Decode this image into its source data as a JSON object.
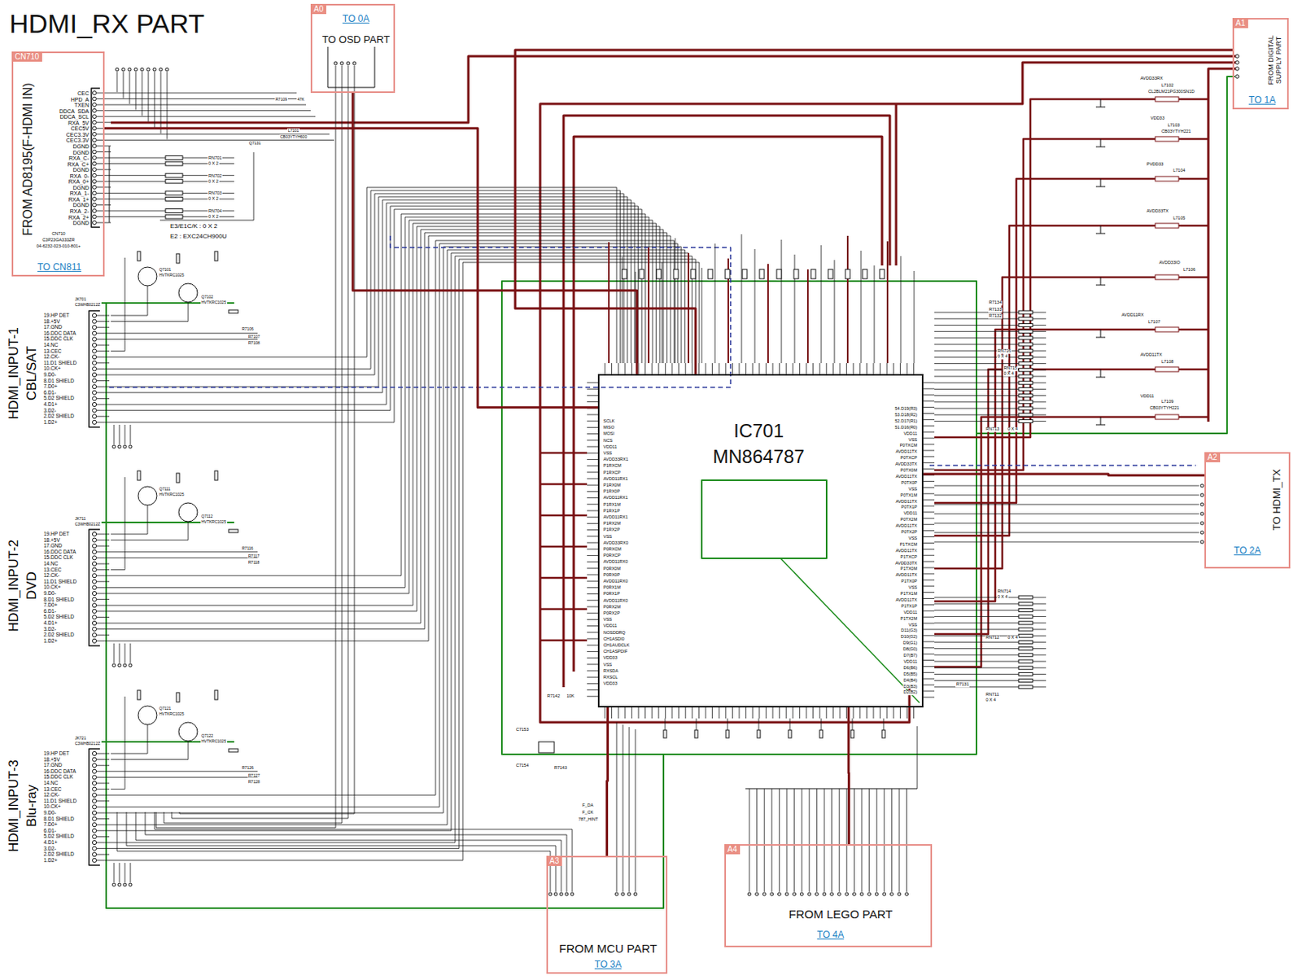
{
  "diagram": {
    "title": "HDMI_RX PART",
    "nodes": [
      {
        "text": [
          "CN710",
          "FROM AD8195(F-HDMI IN)",
          "TO CN811"
        ]
      },
      {
        "text": [
          "A0",
          "TO 0A",
          "TO OSD PART"
        ]
      },
      {
        "text": [
          "A1",
          "FROM DIGITAL SUPPLY PART",
          "TO 1A"
        ]
      },
      {
        "text": [
          "IC701",
          "MN864787"
        ]
      },
      {
        "text": [
          "A2",
          "TO HDMI_TX",
          "TO 2A"
        ]
      },
      {
        "text": [
          "A3",
          "FROM MCU PART",
          "TO 3A"
        ]
      },
      {
        "text": [
          "A4",
          "FROM LEGO PART",
          "TO 4A"
        ]
      }
    ],
    "edges": [
      {
        "from": 0,
        "to": 3,
        "arrow": "none"
      },
      {
        "from": 1,
        "to": 3,
        "arrow": "none"
      },
      {
        "from": 2,
        "to": 3,
        "arrow": "none"
      },
      {
        "from": 3,
        "to": 4,
        "arrow": "none"
      },
      {
        "from": 5,
        "to": 3,
        "arrow": "none"
      },
      {
        "from": 6,
        "to": 3,
        "arrow": "none"
      }
    ],
    "labels": [
      "CEC",
      "HPD_A",
      "TXEN",
      "DDCA_SDA",
      "DDCA_SCL",
      "RXA_5V",
      "CEC5V",
      "CEC3.3V",
      "CEC3.3V",
      "DGND",
      "DGND",
      "RXA_C-",
      "RXA_C+",
      "DGND",
      "RXA_0-",
      "RXA_0+",
      "DGND",
      "RXA_1-",
      "RXA_1+",
      "DGND",
      "RXA_2-",
      "RXA_2+",
      "DGND",
      "CN710",
      "C3P23GA333ZR",
      "04-6232-023-010-801+",
      "E3/E1C/K : 0 X 2",
      "E2 : EXC24CH900U",
      "RN701",
      "RN702",
      "RN703",
      "RN704",
      "0 X 2",
      "0 X 2",
      "0 X 2",
      "0 X 2",
      "R7109",
      "47K",
      "L7101",
      "CB03YTYH600",
      "Q7131",
      "HDMI_INPUT-1",
      "CBL/SAT",
      "HDMI_INPUT-2",
      "DVD",
      "HDMI_INPUT-3",
      "Blu-ray",
      "19.HP DET",
      "18.+5V",
      "17.GND",
      "16.DDC DATA",
      "15.DDC CLK",
      "14.NC",
      "13.CEC",
      "12.CK-",
      "11.D1 SHIELD",
      "10.CK+",
      "9.D0-",
      "8.D1 SHIELD",
      "7.D0+",
      "6.D1-",
      "5.D2 SHIELD",
      "4.D1+",
      "3.D2-",
      "2.D2 SHIELD",
      "1.D2+",
      "19.HP DET",
      "18.+5V",
      "17.GND",
      "16.DDC DATA",
      "15.DDC CLK",
      "14.NC",
      "13.CEC",
      "12.CK-",
      "11.D1 SHIELD",
      "10.CK+",
      "9.D0-",
      "8.D1 SHIELD",
      "7.D0+",
      "6.D1-",
      "5.D2 SHIELD",
      "4.D1+",
      "3.D2-",
      "2.D2 SHIELD",
      "1.D2+",
      "19.HP DET",
      "18.+5V",
      "17.GND",
      "16.DDC DATA",
      "15.DDC CLK",
      "14.NC",
      "13.CEC",
      "12.CK-",
      "11.D1 SHIELD",
      "10.CK+",
      "9.D0-",
      "8.D1 SHIELD",
      "7.D0+",
      "6.D1-",
      "5.D2 SHIELD",
      "4.D1+",
      "3.D2-",
      "2.D2 SHIELD",
      "1.D2+",
      "JK701",
      "C3WHB0212Z",
      "JK711",
      "C3WHB0212Z",
      "JK721",
      "C3WHB0212Z",
      "Q7101",
      "HVTKRC1025",
      "Q7102",
      "HVTKRC1025",
      "Q7111",
      "HVTKRC1025",
      "Q7112",
      "HVTKRC1025",
      "Q7121",
      "HVTKRC1025",
      "Q7122",
      "HVTKRC1025",
      "R7106",
      "R7107",
      "R7108",
      "R7116",
      "R7117",
      "R7118",
      "R7126",
      "R7127",
      "R7128",
      "SCLK",
      "MISO",
      "MOSI",
      "NCS",
      "VDD11",
      "VSS",
      "AVDD33RX1",
      "P1RXCM",
      "P1RXCP",
      "AVDD11RX1",
      "P1RX0M",
      "P1RX0P",
      "AVDD11RX1",
      "P1RX1M",
      "P1RX1P",
      "AVDD11RX1",
      "P1RX2M",
      "P1RX2P",
      "VSS",
      "AVDD33RX0",
      "P0RXCM",
      "P0RXCP",
      "AVDD11RX0",
      "P0RX0M",
      "P0RX0P",
      "AVDD11RX0",
      "P0RX1M",
      "P0RX1P",
      "AVDD11RX0",
      "P0RX2M",
      "P0RX2P",
      "VSS",
      "VDD11",
      "NOSDDRQ",
      "CH1ASDI0",
      "CH1AUDCLK",
      "CH1ASPDIF",
      "VDD33",
      "VSS",
      "RXSDA",
      "RXSCL",
      "VDD33",
      "54.D19(R3)",
      "53.D18(R2)",
      "52.D17(R1)",
      "51.D16(R0)",
      "VDD11",
      "VSS",
      "P0TXCM",
      "AVDD11TX",
      "P0TXCP",
      "AVDD33TX",
      "P0TX0M",
      "AVDD11TX",
      "P0TX0P",
      "VSS",
      "P0TX1M",
      "AVDD11TX",
      "P0TX1P",
      "VDD11",
      "P0TX2M",
      "AVDD11TX",
      "P0TX2P",
      "VSS",
      "P1TXCM",
      "AVDD11TX",
      "P1TXCP",
      "AVDD33TX",
      "P1TX0M",
      "AVDD11TX",
      "P1TX0P",
      "VSS",
      "P1TX1M",
      "AVDD11TX",
      "P1TX1P",
      "VDD11",
      "P1TX2M",
      "VSS",
      "D11(G3)",
      "D10(G2)",
      "D9(G1)",
      "D8(G0)",
      "D7(B7)",
      "VDD11",
      "D6(B6)",
      "D5(B5)",
      "D4(B4)",
      "D3(B3)",
      "D2(B2)",
      "AVDD33RX",
      "L7102",
      "CL2BLM21PG300SN1D",
      "VDD33",
      "L7103",
      "CB03YTYH221",
      "PVDD33",
      "L7104",
      "AVDD33TX",
      "L7105",
      "AVDD33IO",
      "L7106",
      "AVDD11RX",
      "L7107",
      "AVDD11TX",
      "L7108",
      "VDD11",
      "L7109",
      "CB03YTYH221",
      "R7134",
      "R7133",
      "R7132",
      "RN716",
      "0 X 4",
      "RN715",
      "0 X 4",
      "RN713",
      "0 X 4",
      "RN714",
      "0 X 4",
      "RN712",
      "0 X 4",
      "RN711",
      "0 X 4",
      "R7131",
      "C7153",
      "C7154",
      "R7143",
      "R7142",
      "10K",
      "F_DA",
      "F_CK",
      "787_HINT"
    ]
  }
}
